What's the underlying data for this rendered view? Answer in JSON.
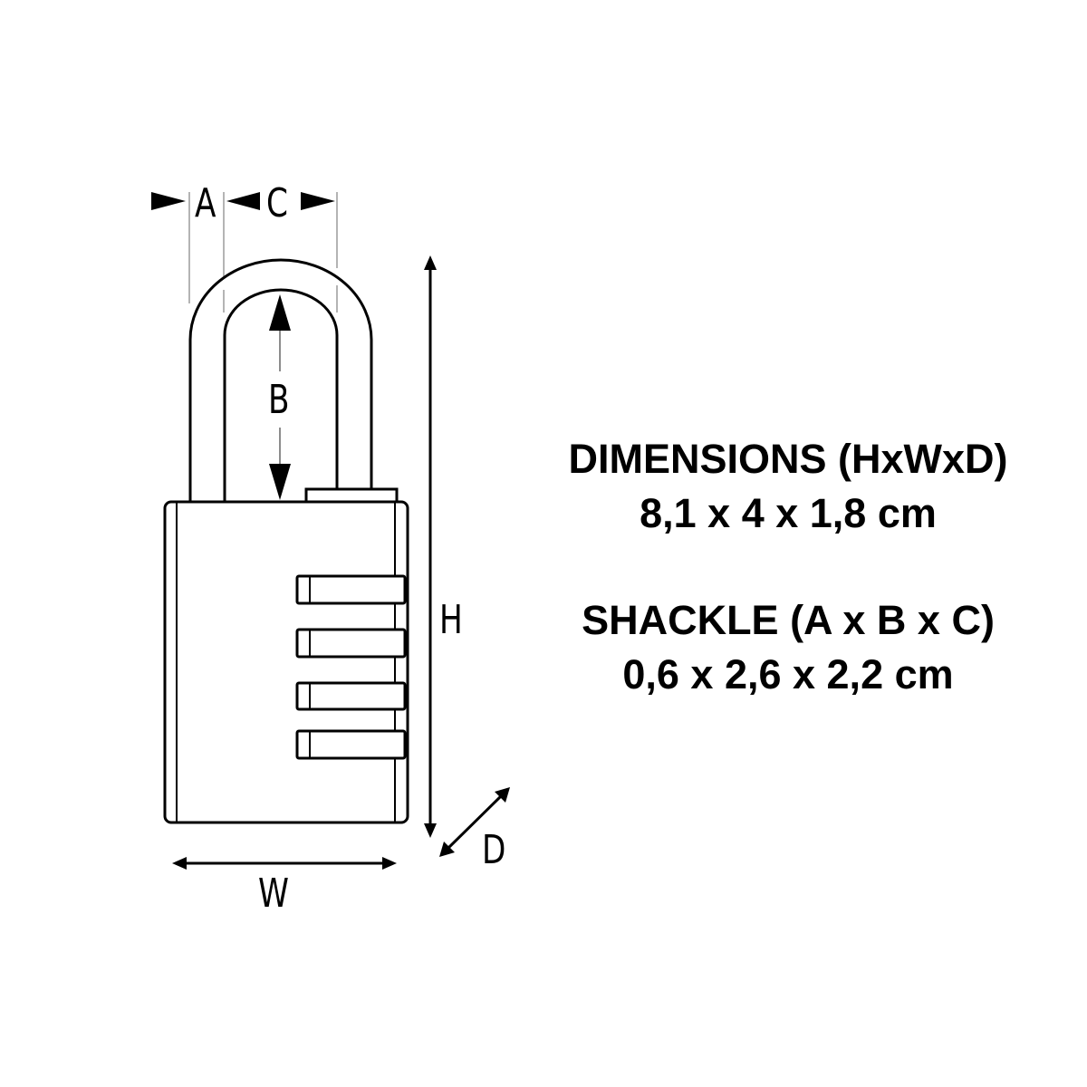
{
  "diagram": {
    "subject": "combination padlock",
    "labels": {
      "A": "A",
      "B": "B",
      "C": "C",
      "H": "H",
      "W": "W",
      "D": "D"
    },
    "dial_count": 4,
    "line_color": "#000000",
    "extension_line_color": "#999999"
  },
  "specs": {
    "dimensions": {
      "heading": "DIMENSIONS (HxWxD)",
      "value": "8,1 x 4 x 1,8 cm"
    },
    "shackle": {
      "heading": "SHACKLE (A x B x C)",
      "value": "0,6 x 2,6 x 2,2 cm"
    }
  }
}
